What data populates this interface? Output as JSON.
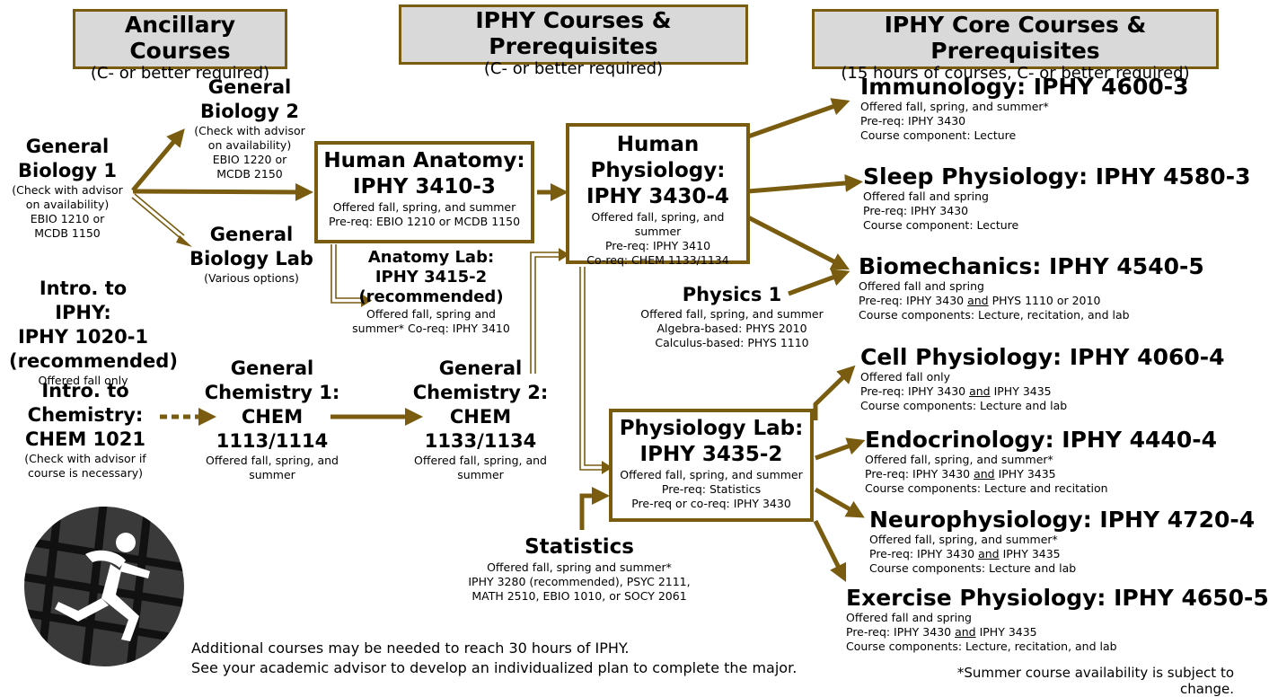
{
  "headers": {
    "ancillary": {
      "title": "Ancillary Courses",
      "sub": "(C- or better required)"
    },
    "iphy": {
      "title": "IPHY Courses & Prerequisites",
      "sub": "(C- or better required)"
    },
    "core": {
      "title": "IPHY Core Courses & Prerequisites",
      "sub": "(15 hours of courses, C- or better required)"
    }
  },
  "gen_bio_1": {
    "l1": "General",
    "l2": "Biology 1",
    "d1": "(Check with advisor",
    "d2": "on availability)",
    "d3": "EBIO 1210 or",
    "d4": "MCDB 1150"
  },
  "gen_bio_2": {
    "l1": "General",
    "l2": "Biology 2",
    "d1": "(Check with advisor",
    "d2": "on availability)",
    "d3": "EBIO 1220 or",
    "d4": "MCDB 2150"
  },
  "gen_bio_lab": {
    "l1": "General",
    "l2": "Biology Lab",
    "d1": "(Various options)"
  },
  "intro_iphy": {
    "l1": "Intro. to IPHY:",
    "l2": "IPHY 1020-1",
    "l3": "(recommended)",
    "d1": "Offered fall only"
  },
  "intro_chem": {
    "l1": "Intro. to",
    "l2": "Chemistry:",
    "l3": "CHEM 1021",
    "d1": "(Check with advisor if",
    "d2": "course is necessary)"
  },
  "gen_chem_1": {
    "l1": "General",
    "l2": "Chemistry 1:",
    "l3": "CHEM",
    "l4": "1113/1114",
    "d1": "Offered fall, spring, and",
    "d2": "summer"
  },
  "gen_chem_2": {
    "l1": "General",
    "l2": "Chemistry 2:",
    "l3": "CHEM",
    "l4": "1133/1134",
    "d1": "Offered fall, spring, and",
    "d2": "summer"
  },
  "anatomy": {
    "l1": "Human Anatomy:",
    "l2": "IPHY 3410-3",
    "d1": "Offered fall, spring, and summer",
    "d2": "Pre-req: EBIO 1210 or MCDB 1150"
  },
  "anatomy_lab": {
    "l1": "Anatomy Lab:",
    "l2": "IPHY 3415-2",
    "l3": "(recommended)",
    "d1": "Offered fall, spring and",
    "d2": "summer* Co-req: IPHY 3410"
  },
  "physiology": {
    "l1": "Human",
    "l2": "Physiology:",
    "l3": "IPHY 3430-4",
    "d1": "Offered fall, spring, and summer",
    "d2": "Pre-req: IPHY 3410",
    "d3": "Co-req: CHEM 1133/1134"
  },
  "physics": {
    "l1": "Physics 1",
    "d1": "Offered fall, spring, and summer",
    "d2": "Algebra-based: PHYS 2010",
    "d3": "Calculus-based: PHYS 1110"
  },
  "phys_lab": {
    "l1": "Physiology Lab:",
    "l2": "IPHY 3435-2",
    "d1": "Offered fall, spring, and summer",
    "d2": "Pre-req: Statistics",
    "d3": "Pre-req or co-req: IPHY 3430"
  },
  "statistics": {
    "l1": "Statistics",
    "d1": "Offered fall, spring and summer*",
    "d2": "IPHY 3280 (recommended), PSYC 2111,",
    "d3": "MATH 2510, EBIO 1010, or SOCY 2061"
  },
  "core": [
    {
      "title": "Immunology: IPHY 4600-3",
      "d1": "Offered fall, spring, and summer*",
      "pre_a": "Pre-req: IPHY 3430",
      "and": "",
      "pre_b": "",
      "d3": "Course component: Lecture"
    },
    {
      "title": "Sleep Physiology: IPHY 4580-3",
      "d1": "Offered fall and spring",
      "pre_a": "Pre-req: IPHY 3430",
      "and": "",
      "pre_b": "",
      "d3": "Course component: Lecture"
    },
    {
      "title": "Biomechanics: IPHY 4540-5",
      "d1": "Offered fall and spring",
      "pre_a": "Pre-req: IPHY 3430 ",
      "and": "and",
      "pre_b": " PHYS 1110 or 2010",
      "d3": "Course components: Lecture, recitation, and lab"
    },
    {
      "title": "Cell Physiology: IPHY 4060-4",
      "d1": "Offered fall only",
      "pre_a": "Pre-req: IPHY 3430 ",
      "and": "and",
      "pre_b": " IPHY 3435",
      "d3": "Course components: Lecture and lab"
    },
    {
      "title": "Endocrinology: IPHY 4440-4",
      "d1": "Offered fall, spring, and summer*",
      "pre_a": "Pre-req: IPHY 3430 ",
      "and": "and",
      "pre_b": " IPHY 3435",
      "d3": "Course components: Lecture and recitation"
    },
    {
      "title": "Neurophysiology: IPHY 4720-4",
      "d1": "Offered fall, spring, and summer*",
      "pre_a": "Pre-req: IPHY 3430 ",
      "and": "and",
      "pre_b": " IPHY 3435",
      "d3": "Course components: Lecture and lab"
    },
    {
      "title": "Exercise Physiology: IPHY 4650-5",
      "d1": "Offered fall and spring",
      "pre_a": "Pre-req: IPHY 3430 ",
      "and": "and",
      "pre_b": " IPHY 3435",
      "d3": "Course components: Lecture, recitation, and lab"
    }
  ],
  "footer": {
    "l1": "Additional courses may be needed to reach 30 hours of IPHY.",
    "l2": "See your academic advisor to develop an individualized plan to complete the major.",
    "note": "*Summer course availability is subject to change."
  },
  "colors": {
    "accent": "#7a5c10",
    "header_bg": "#d9d9d9"
  },
  "logo_icon": "running-figure-logo-icon"
}
